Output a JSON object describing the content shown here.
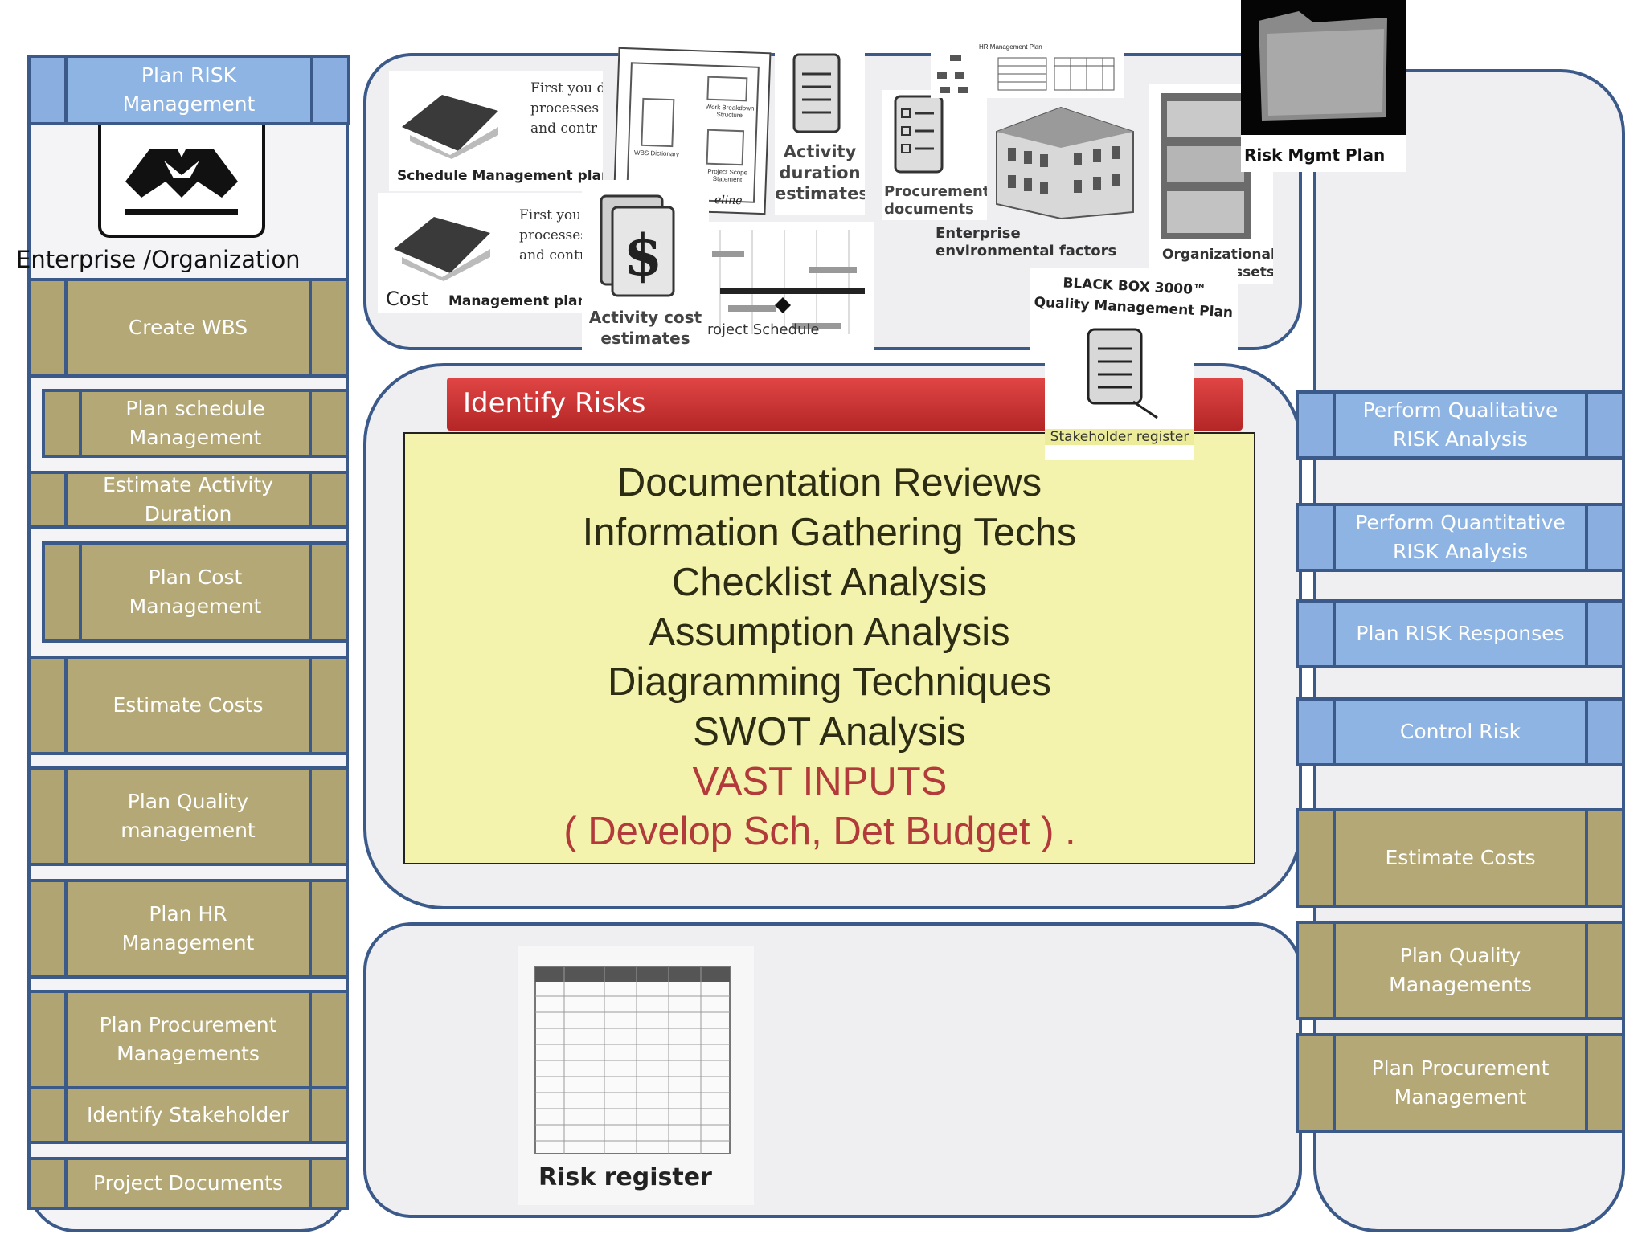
{
  "left_column": {
    "header": "Plan RISK\nManagement",
    "enterprise_label": "Enterprise /Organization",
    "items": [
      "Create WBS",
      "Plan schedule\nManagement",
      "Estimate Activity\nDuration",
      "Plan Cost\nManagement",
      "Estimate Costs",
      "Plan Quality\nmanagement",
      "Plan HR\nManagement",
      "Plan Procurement\nManagements",
      "Identify Stakeholder",
      "Project Documents"
    ]
  },
  "right_column": {
    "items": [
      "Perform Qualitative\nRISK Analysis",
      "Perform Quantitative\nRISK Analysis",
      "Plan RISK Responses",
      "Control Risk",
      "Estimate Costs",
      "Plan Quality\nManagements",
      "Plan Procurement\nManagement"
    ]
  },
  "inputs": {
    "schedule_plan": "Schedule Management plan",
    "schedule_text": "First you d\nprocesses\nand contr",
    "cost_text": "First you\nprocesses\nand contr",
    "cost_word": "Cost",
    "cost_plan": "Management plan",
    "wbs_dictionary": "WBS Dictionary",
    "wbs_title": "Work Breakdown Structure",
    "project_scope": "Project Scope Statement",
    "baseline": "eline",
    "activity_duration": "Activity\nduration\nestimates",
    "activity_cost": "Activity cost\nestimates",
    "project_schedule": "roject Schedule",
    "procurement": "Procurement\ndocuments",
    "hr_plan": "HR Management Plan",
    "enterprise_env": "Enterprise\nenvironmental factors",
    "org_assets": "Organizational\nssets",
    "risk_mgmt_plan": "Risk Mgmt Plan",
    "black_box": "BLACK BOX 3000™\nQuality Management Plan",
    "stakeholder_register": "Stakeholder register"
  },
  "process": {
    "title": "Identify Risks",
    "techniques": [
      "Documentation Reviews",
      "Information Gathering Techs",
      "Checklist Analysis",
      "Assumption Analysis",
      "Diagramming Techniques",
      "SWOT Analysis"
    ],
    "note_lines": [
      "VAST INPUTS",
      "( Develop Sch, Det Budget ) ."
    ]
  },
  "outputs": {
    "risk_register": "Risk register"
  },
  "colors": {
    "khaki_box": "#b4a877",
    "blue_box": "#8eb4e3",
    "border": "#3b5a8a",
    "banner_red": "#c83232",
    "tech_box": "#f3f3ad",
    "note_red": "#b23a3a"
  }
}
